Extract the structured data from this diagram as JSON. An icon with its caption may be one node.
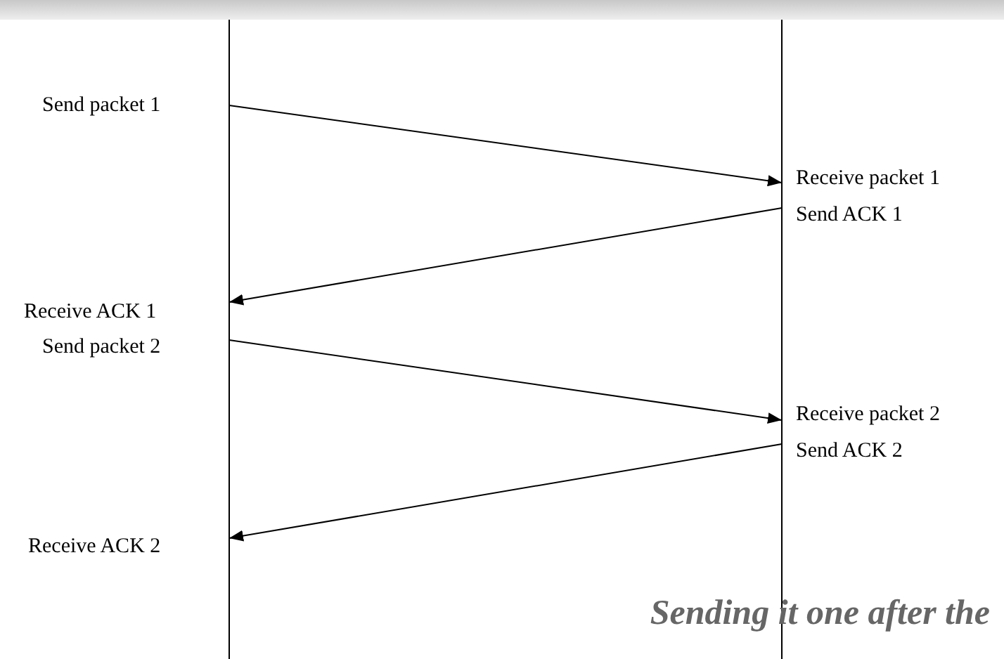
{
  "diagram": {
    "caption": "Sending it one after the",
    "nodes": [
      {
        "text": [
          "Send packet 1"
        ]
      },
      {
        "text": [
          "Receive packet 1"
        ]
      },
      {
        "text": [
          "Send ACK 1"
        ]
      },
      {
        "text": [
          "Receive ACK 1"
        ]
      },
      {
        "text": [
          "Send packet 2"
        ]
      },
      {
        "text": [
          "Receive packet 2"
        ]
      },
      {
        "text": [
          "Send ACK 2"
        ]
      },
      {
        "text": [
          "Receive ACK 2"
        ]
      }
    ],
    "edges": [
      {
        "from": 0,
        "to": 1,
        "arrow": "to"
      },
      {
        "from": 2,
        "to": 3,
        "arrow": "to"
      },
      {
        "from": 4,
        "to": 5,
        "arrow": "to"
      },
      {
        "from": 6,
        "to": 7,
        "arrow": "to"
      }
    ]
  }
}
